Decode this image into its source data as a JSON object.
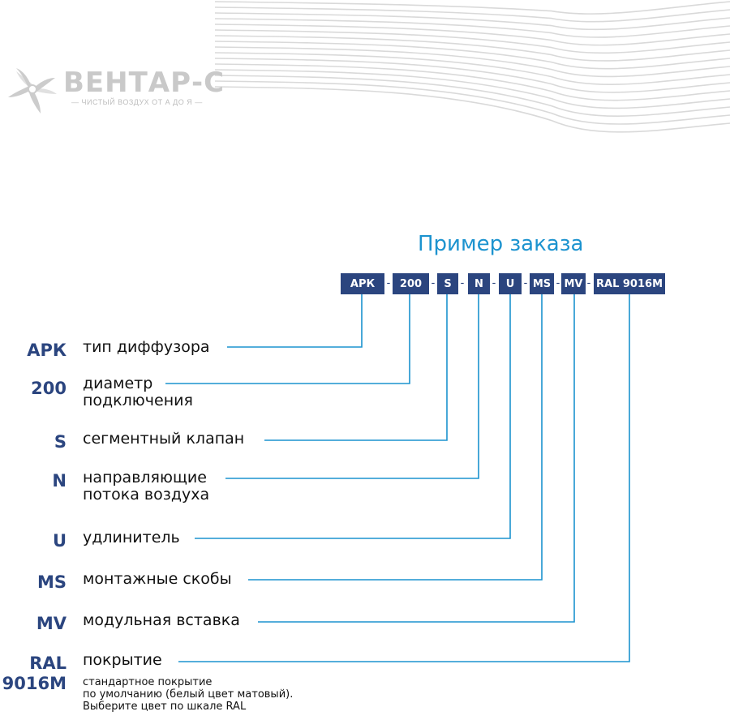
{
  "logo": {
    "name": "ВЕНТАР-С",
    "slogan": "ЧИСТЫЙ ВОЗДУХ ОТ А ДО Я"
  },
  "title": "Пример заказа",
  "colors": {
    "accent": "#1c93cf",
    "code_box": "#2b457f",
    "line": "#1c93cf",
    "logo": "#c9c9c9"
  },
  "order_code": {
    "separator": "-",
    "segments": [
      "АРК",
      "200",
      "S",
      "N",
      "U",
      "MS",
      "MV",
      "RAL 9016M"
    ]
  },
  "legend": [
    {
      "code": "АРК",
      "description_lines": [
        "тип диффузора"
      ]
    },
    {
      "code": "200",
      "description_lines": [
        "диаметр",
        "подключения"
      ]
    },
    {
      "code": "S",
      "description_lines": [
        "сегментный клапан"
      ]
    },
    {
      "code": "N",
      "description_lines": [
        "направляющие",
        "потока воздуха"
      ]
    },
    {
      "code": "U",
      "description_lines": [
        "удлинитель"
      ]
    },
    {
      "code": "MS",
      "description_lines": [
        "монтажные скобы"
      ]
    },
    {
      "code": "MV",
      "description_lines": [
        "модульная вставка"
      ]
    },
    {
      "code_lines": [
        "RAL",
        "9016M"
      ],
      "description_lines": [
        "покрытие"
      ]
    }
  ],
  "note_lines": [
    "стандартное покрытие",
    "по умолчанию (белый цвет матовый).",
    "Выберите цвет по шкале RAL"
  ]
}
